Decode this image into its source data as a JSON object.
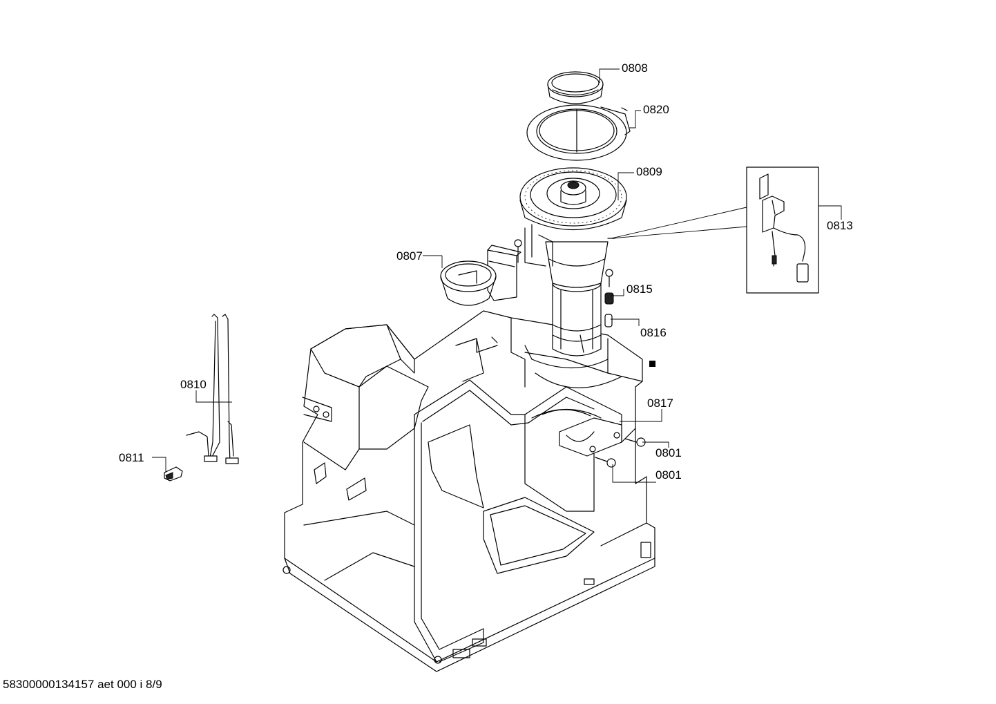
{
  "diagram": {
    "labels": {
      "p0808": "0808",
      "p0820": "0820",
      "p0809": "0809",
      "p0813": "0813",
      "p0807": "0807",
      "p0815": "0815",
      "p0816": "0816",
      "p0810": "0810",
      "p0817": "0817",
      "p0801a": "0801",
      "p0801b": "0801",
      "p0811": "0811"
    }
  },
  "footer": {
    "doc_id": "58300000134157 aet 000 i 8/9"
  }
}
